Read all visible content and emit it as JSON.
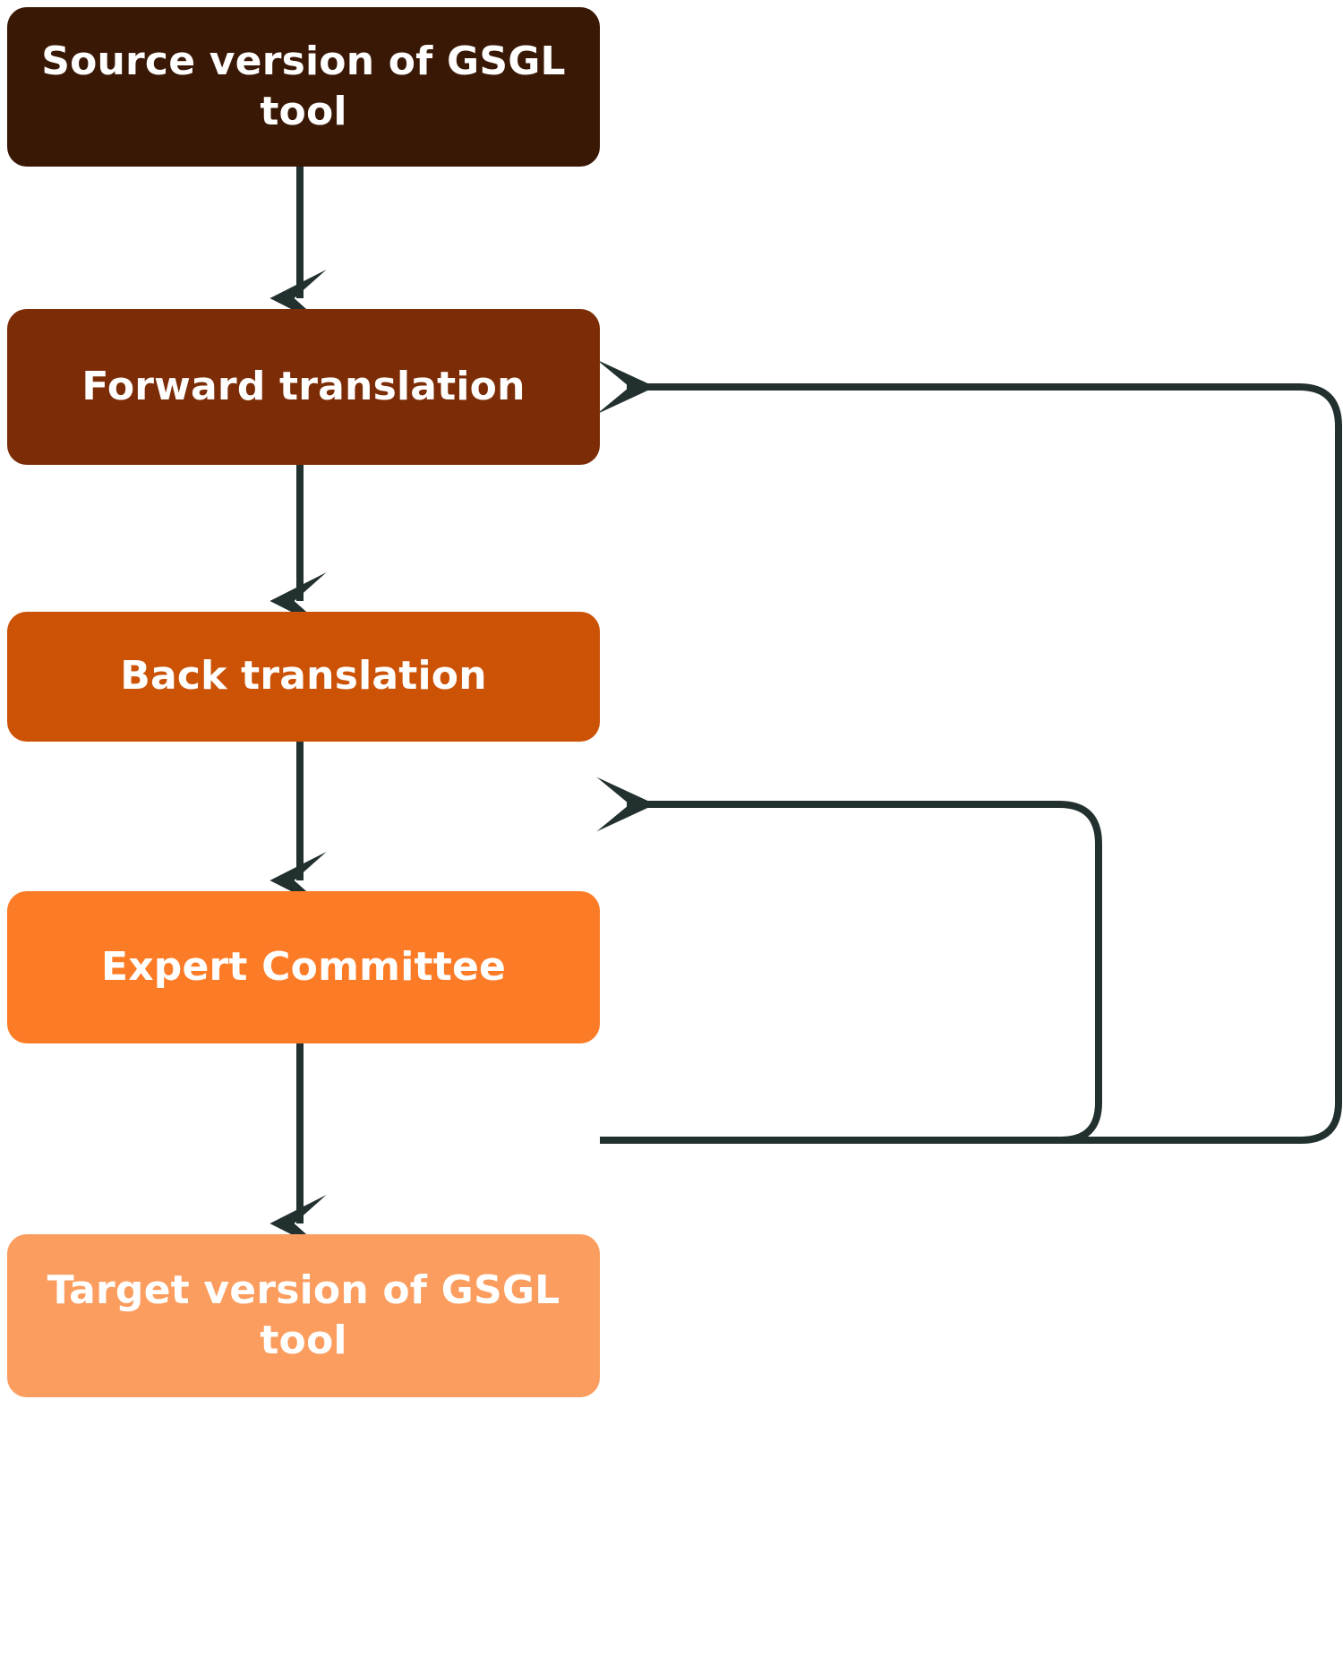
{
  "diagram": {
    "title": "GSGL tool translation workflow",
    "type": "flowchart",
    "orientation": "top-to-bottom",
    "background_color": "#FFFFFF",
    "edge_color": "#22302F",
    "nodes": [
      {
        "id": "source",
        "label": "Source version of GSGL tool",
        "label_line1": "Source version of GSGL",
        "label_line2": "tool",
        "fill": "#3A1806",
        "text_color": "#FFFFFF"
      },
      {
        "id": "forward",
        "label": "Forward translation",
        "label_line1": "Forward translation",
        "label_line2": "",
        "fill": "#7C2D07",
        "text_color": "#FFFFFF"
      },
      {
        "id": "back",
        "label": "Back translation",
        "label_line1": "Back translation",
        "label_line2": "",
        "fill": "#CC5206",
        "text_color": "#FFFFFF"
      },
      {
        "id": "expert",
        "label": "Expert Committee",
        "label_line1": "Expert Committee",
        "label_line2": "",
        "fill": "#FC7B26",
        "text_color": "#FFFFFF"
      },
      {
        "id": "target",
        "label": "Target version of GSGL tool",
        "label_line1": "Target version of GSGL",
        "label_line2": "tool",
        "fill": "#FB9D5E",
        "text_color": "#FFFFFF"
      }
    ],
    "edges": [
      {
        "id": "e1",
        "from": "source",
        "to": "forward",
        "label": "",
        "style": "straight-down-arrow"
      },
      {
        "id": "e2",
        "from": "forward",
        "to": "back",
        "label": "",
        "style": "straight-down-arrow"
      },
      {
        "id": "e3",
        "from": "back",
        "to": "expert",
        "label": "",
        "style": "straight-down-arrow"
      },
      {
        "id": "e4",
        "from": "expert",
        "to": "target",
        "label": "",
        "style": "straight-down-arrow"
      },
      {
        "id": "e5",
        "from": "expert",
        "to": "back",
        "label": "",
        "style": "feedback-loop-inner"
      },
      {
        "id": "e6",
        "from": "expert",
        "to": "forward",
        "label": "",
        "style": "feedback-loop-outer"
      }
    ]
  }
}
